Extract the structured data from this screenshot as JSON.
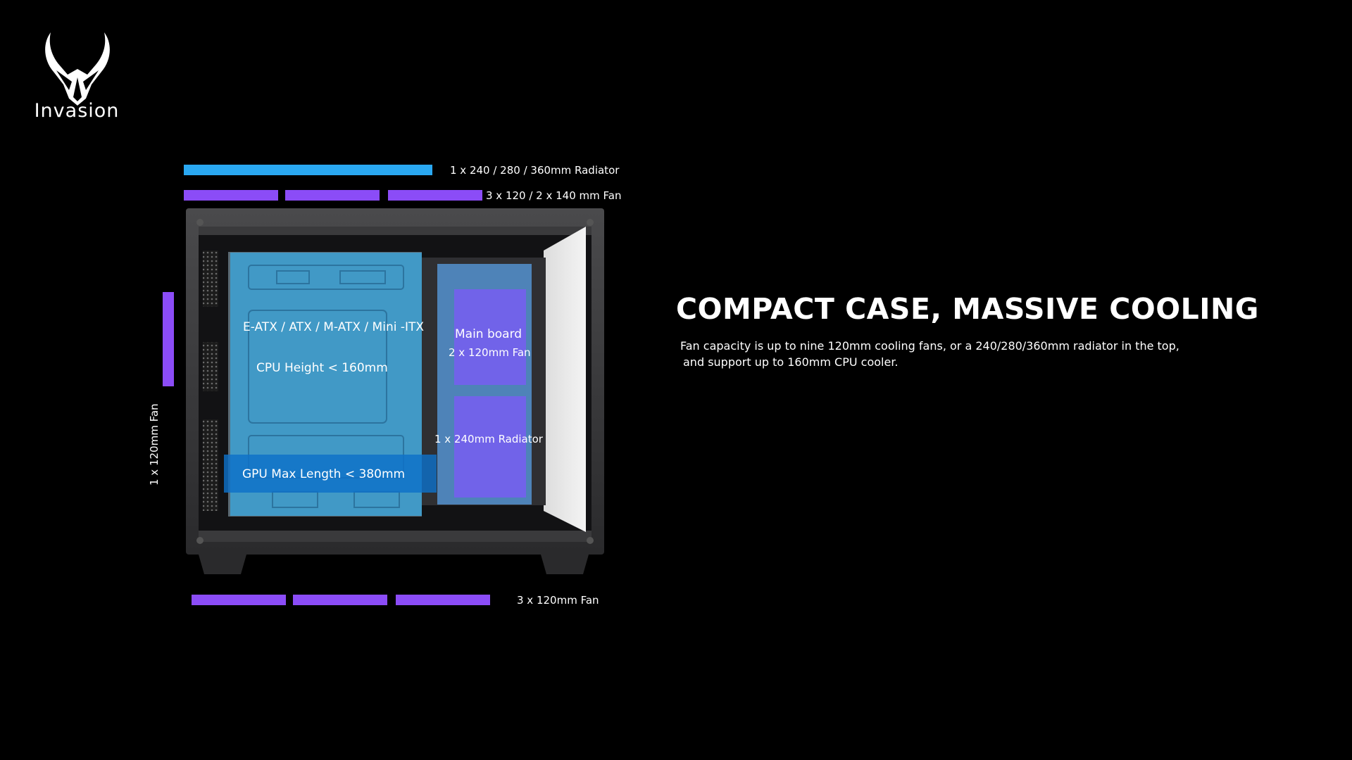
{
  "brand": {
    "logo_icon": "horned-mask-icon",
    "name": "Invasion"
  },
  "colors": {
    "background": "#000000",
    "radiator_blue": "#2aa8f2",
    "fan_purple": "#8b4cf7",
    "zone_blue": "#3aa6de",
    "zone_purple": "#7b5bf5"
  },
  "diagram": {
    "top_radiator_label": "1 x 240 / 280 / 360mm Radiator",
    "top_fan_label": "3 x 120 / 2 x 140 mm Fan",
    "side_fan_label": "1 x 120mm Fan",
    "bottom_fan_label": "3 x 120mm Fan",
    "motherboard_label": "E-ATX / ATX / M-ATX / Mini -ITX",
    "cpu_label": "CPU Height < 160mm",
    "gpu_label": "GPU Max Length < 380mm",
    "mainboard_label": "Main board",
    "mainboard_fan_label": "2 x 120mm Fan",
    "radiator_240_label": "1 x 240mm Radiator"
  },
  "content": {
    "headline": "COMPACT CASE, MASSIVE COOLING",
    "description_line1": "Fan capacity is up to nine 120mm cooling fans, or a 240/280/360mm radiator in the top,",
    "description_line2": "and support up to 160mm CPU cooler."
  }
}
